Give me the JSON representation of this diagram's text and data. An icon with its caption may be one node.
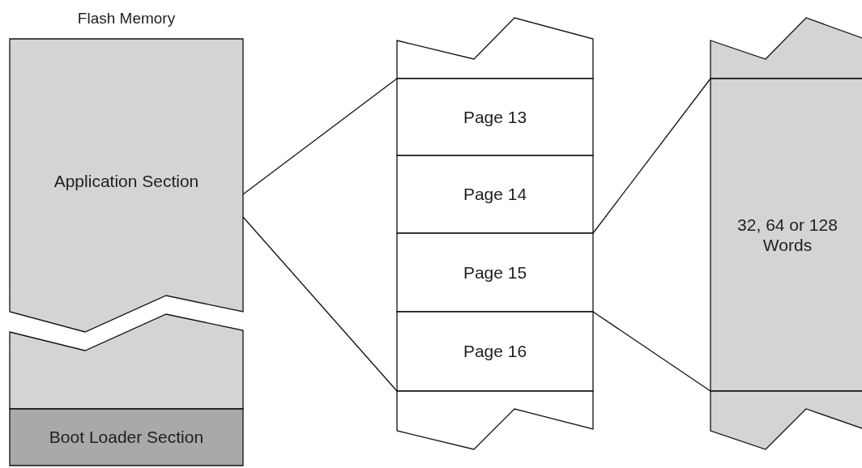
{
  "diagram": {
    "nodes": [
      {
        "text": [
          "Flash Memory"
        ]
      },
      {
        "text": [
          "Application Section"
        ],
        "in": 0
      },
      {
        "text": [],
        "shape": "box",
        "in": 0
      },
      {
        "text": [
          "Boot Loader Section"
        ],
        "in": 0
      },
      {
        "text": [],
        "shape": "box"
      },
      {
        "text": [
          "Page 13"
        ]
      },
      {
        "text": [
          "Page 14"
        ]
      },
      {
        "text": [
          "Page 15"
        ]
      },
      {
        "text": [
          "Page 16"
        ]
      },
      {
        "text": [],
        "shape": "box"
      },
      {
        "text": [],
        "shape": "box"
      },
      {
        "text": [
          "32, 64 or 128 Words"
        ]
      },
      {
        "text": [],
        "shape": "box"
      }
    ],
    "edges": [
      {
        "from": 1,
        "to": 5,
        "arrow": "none"
      },
      {
        "from": 1,
        "to": 8,
        "arrow": "none"
      },
      {
        "from": 7,
        "to": 11,
        "arrow": "none"
      },
      {
        "from": 7,
        "to": 11,
        "arrow": "none"
      }
    ]
  }
}
